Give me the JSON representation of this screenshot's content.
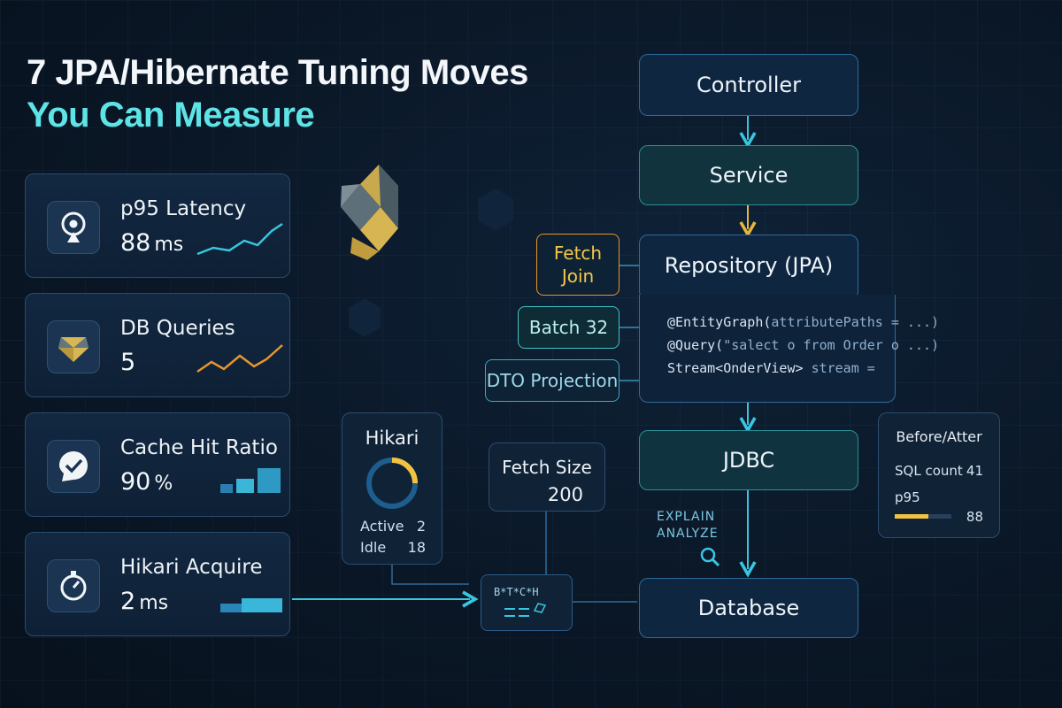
{
  "title": {
    "line1": "7 JPA/Hibernate Tuning Moves",
    "line2": "You Can Measure"
  },
  "metrics": [
    {
      "label": "p95 Latency",
      "value": "88",
      "unit": "ms",
      "icon": "pin-gauge-icon"
    },
    {
      "label": "DB Queries",
      "value": "5",
      "unit": "",
      "icon": "hibernate-gem-icon"
    },
    {
      "label": "Cache Hit Ratio",
      "value": "90",
      "unit": "%",
      "icon": "check-badge-icon"
    },
    {
      "label": "Hikari Acquire",
      "value": "2",
      "unit": "ms",
      "icon": "stopwatch-icon"
    }
  ],
  "layers": {
    "controller": "Controller",
    "service": "Service",
    "repository": "Repository (JPA)",
    "jdbc": "JDBC",
    "database": "Database"
  },
  "code_lines": [
    {
      "head": "@EntityGraph(",
      "tail": "attributePaths = ...)"
    },
    {
      "head": "@Query(",
      "tail": "\"salect o from Order o ...)"
    },
    {
      "head": "Stream<OnderView> ",
      "tail": "stream ="
    }
  ],
  "chips": {
    "fetch_join": "Fetch Join",
    "batch": "Batch 32",
    "dto": "DTO Projection"
  },
  "hikari": {
    "title": "Hikari",
    "active_label": "Active",
    "active_value": "2",
    "idle_label": "Idle",
    "idle_value": "18",
    "ring_accent": "#f2c341"
  },
  "fetch_size": {
    "title": "Fetch Size",
    "value": "200"
  },
  "batcher_label": "B*T*C*H",
  "explain": {
    "line1": "EXPLAIN",
    "line2": "ANALYZE"
  },
  "before_after": {
    "title": "Before/Atter",
    "sql_label": "SQL count",
    "sql_value": "41",
    "p95_label": "p95",
    "p95_value": "88",
    "p95_fill": 0.6
  },
  "colors": {
    "accent_cyan": "#39c6e0",
    "accent_orange": "#e8952e",
    "accent_yellow": "#f2c341"
  }
}
